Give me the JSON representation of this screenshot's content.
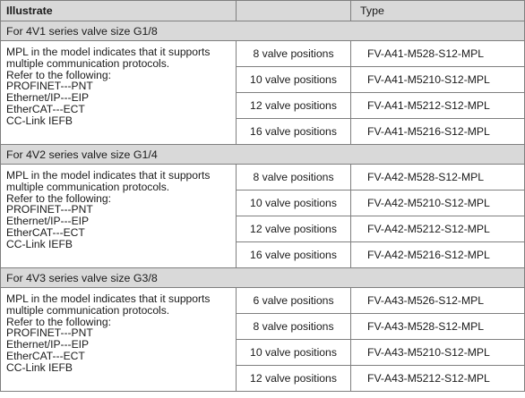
{
  "table": {
    "headers": {
      "illustrate": "Illustrate",
      "type": "Type"
    },
    "sections": [
      {
        "title": "For 4V1 series valve size G1/8",
        "description": [
          "MPL in the model indicates that it supports",
          "multiple communication protocols.",
          "Refer to the following:",
          "PROFINET---PNT",
          "Ethernet/IP---EIP",
          "EtherCAT---ECT",
          "CC-Link IEFB"
        ],
        "rows": [
          {
            "positions": "8 valve positions",
            "model": "FV-A41-M528-S12-MPL"
          },
          {
            "positions": "10 valve positions",
            "model": "FV-A41-M5210-S12-MPL"
          },
          {
            "positions": "12 valve positions",
            "model": "FV-A41-M5212-S12-MPL"
          },
          {
            "positions": "16 valve positions",
            "model": "FV-A41-M5216-S12-MPL"
          }
        ]
      },
      {
        "title": "For 4V2 series valve size G1/4",
        "description": [
          "MPL in the model indicates that it supports",
          "multiple communication protocols.",
          "Refer to the following:",
          "PROFINET---PNT",
          "Ethernet/IP---EIP",
          "EtherCAT---ECT",
          "CC-Link IEFB"
        ],
        "rows": [
          {
            "positions": "8 valve positions",
            "model": "FV-A42-M528-S12-MPL"
          },
          {
            "positions": "10 valve positions",
            "model": "FV-A42-M5210-S12-MPL"
          },
          {
            "positions": "12 valve positions",
            "model": "FV-A42-M5212-S12-MPL"
          },
          {
            "positions": "16 valve positions",
            "model": "FV-A42-M5216-S12-MPL"
          }
        ]
      },
      {
        "title": "For 4V3 series valve size G3/8",
        "description": [
          "MPL in the model indicates that it supports",
          "multiple communication protocols.",
          "Refer to the following:",
          "PROFINET---PNT",
          "Ethernet/IP---EIP",
          "EtherCAT---ECT",
          "CC-Link IEFB"
        ],
        "rows": [
          {
            "positions": "6 valve positions",
            "model": "FV-A43-M526-S12-MPL"
          },
          {
            "positions": "8 valve positions",
            "model": "FV-A43-M528-S12-MPL"
          },
          {
            "positions": "10 valve positions",
            "model": "FV-A43-M5210-S12-MPL"
          },
          {
            "positions": "12 valve positions",
            "model": "FV-A43-M5212-S12-MPL"
          }
        ]
      }
    ]
  }
}
